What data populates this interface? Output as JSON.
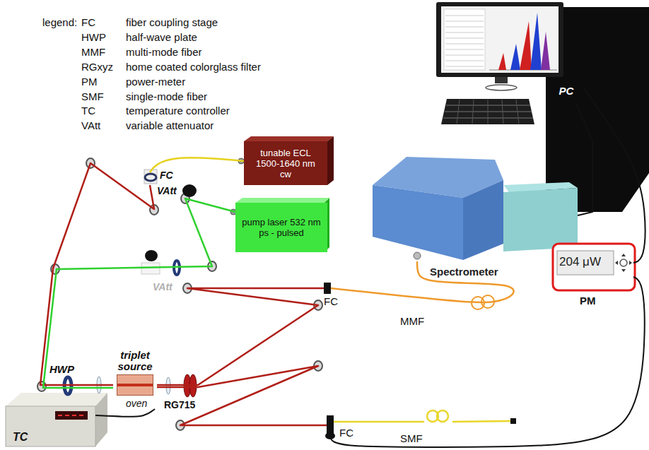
{
  "diagram": {
    "nodes": [
      {
        "text": [
          "PC"
        ]
      },
      {
        "text": [
          "tunable ECL 1500-1640 nm cw"
        ]
      },
      {
        "text": [
          "pump laser 532 nm ps - pulsed"
        ]
      },
      {
        "text": [
          "Spectrometer"
        ]
      },
      {
        "text": [
          "triplet source",
          "oven"
        ]
      },
      {
        "text": [
          "204 μW",
          "PM"
        ]
      },
      {
        "text": [
          "TC"
        ]
      }
    ],
    "edges": [
      {
        "from": 1,
        "to": 4,
        "arrow": "none"
      },
      {
        "from": 2,
        "to": 4,
        "arrow": "none"
      },
      {
        "from": 4,
        "to": 3,
        "arrow": "none"
      },
      {
        "from": 4,
        "to": 5,
        "arrow": "none"
      },
      {
        "from": 6,
        "to": 4,
        "arrow": "none"
      },
      {
        "from": 3,
        "to": 0,
        "arrow": "none"
      },
      {
        "from": 5,
        "to": 0,
        "arrow": "none"
      }
    ],
    "labels": [
      "legend:",
      "FC",
      "fiber coupling stage",
      "HWP",
      "half-wave plate",
      "MMF",
      "multi-mode fiber",
      "RGxyz",
      "home coated colorglass filter",
      "PM",
      "power-meter",
      "SMF",
      "single-mode fiber",
      "TC",
      "temperature controller",
      "VAtt",
      "variable attenuator",
      "FC",
      "VAtt",
      "VAtt",
      "HWP",
      "RG715",
      "FC",
      "MMF",
      "FC",
      "SMF"
    ]
  }
}
